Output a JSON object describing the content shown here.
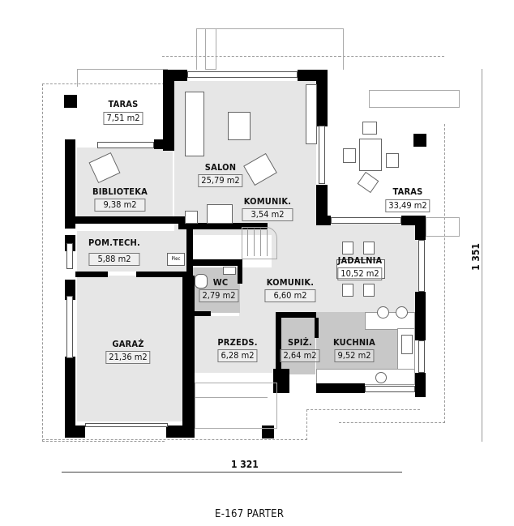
{
  "plan": {
    "title": "E-167 PARTER",
    "dimension_width": "1 321",
    "dimension_height": "1 351"
  },
  "rooms": {
    "taras_left": {
      "name": "TARAS",
      "area": "7,51 m2"
    },
    "salon": {
      "name": "SALON",
      "area": "25,79 m2"
    },
    "biblioteka": {
      "name": "BIBLIOTEKA",
      "area": "9,38 m2"
    },
    "komunik_upper": {
      "name": "KOMUNIK.",
      "area": "3,54 m2"
    },
    "taras_right": {
      "name": "TARAS",
      "area": "33,49 m2"
    },
    "pom_tech": {
      "name": "POM.TECH.",
      "area": "5,88 m2"
    },
    "jadalnia": {
      "name": "JADALNIA",
      "area": "10,52 m2"
    },
    "wc": {
      "name": "WC",
      "area": "2,79 m2"
    },
    "komunik_lower": {
      "name": "KOMUNIK.",
      "area": "6,60 m2"
    },
    "garaz": {
      "name": "GARAŻ",
      "area": "21,36 m2"
    },
    "przeds": {
      "name": "PRZEDS.",
      "area": "6,28 m2"
    },
    "spiz": {
      "name": "SPIŻ.",
      "area": "2,64 m2"
    },
    "kuchnia": {
      "name": "KUCHNIA",
      "area": "9,52 m2"
    }
  },
  "fixtures": {
    "piec_label": "Piec"
  },
  "colors": {
    "wall": "#000000",
    "floor": "#e6e6e6",
    "wet_floor": "#c8c8c8",
    "outline": "#999999"
  }
}
